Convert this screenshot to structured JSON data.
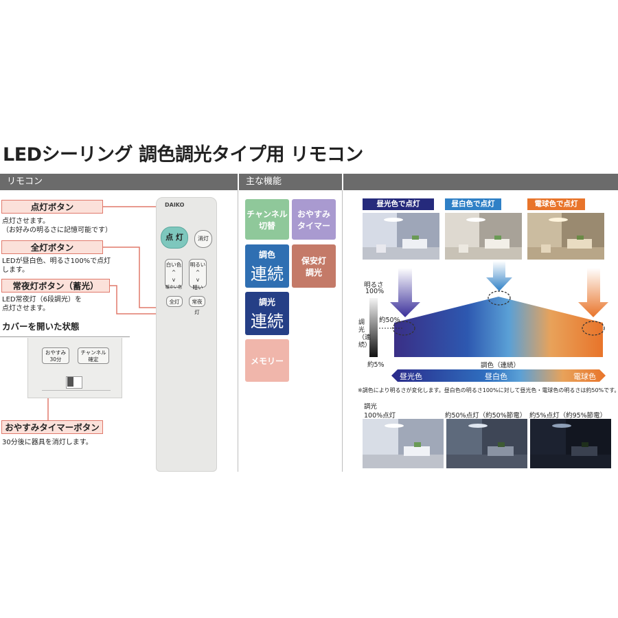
{
  "title": "LEDシーリング 調色調光タイプ用 リモコン",
  "headers": {
    "remote": "リモコン",
    "features": "主な機能"
  },
  "buttons": [
    {
      "label": "点灯ボタン",
      "desc1": "点灯させます。",
      "desc2": "（お好みの明るさに記憶可能です）"
    },
    {
      "label": "全灯ボタン",
      "desc1": "LEDが昼白色、明るさ100%で点灯",
      "desc2": "します。"
    },
    {
      "label": "常夜灯ボタン（蓄光）",
      "desc1": "LED常夜灯（6段調光）を",
      "desc2": "点灯させます。"
    }
  ],
  "cover_label": "カバーを開いた状態",
  "cover_buttons": {
    "timer_line1": "おやすみ",
    "timer_line2": "30分",
    "channel_line1": "チャンネル",
    "channel_line2": "確定"
  },
  "timer": {
    "label": "おやすみタイマーボタン",
    "desc": "30分後に器具を消灯します。"
  },
  "remote": {
    "brand": "DAIKO",
    "on": "点 灯",
    "off": "消灯",
    "color_top": "白い色",
    "color_bottom": "暖かい色",
    "bright_top": "明るい",
    "bright_bottom": "暗い",
    "full": "全灯",
    "night": "常夜灯",
    "up_arrow": "^",
    "down_arrow": "v"
  },
  "features": [
    {
      "line1": "チャンネル",
      "line2": "切替",
      "color": "#8fc89a"
    },
    {
      "line1": "おやすみ",
      "line2": "タイマー",
      "color": "#a99ad0"
    },
    {
      "line1": "調色",
      "line2": "連続",
      "color": "#2f6fb2"
    },
    {
      "line1": "保安灯",
      "line2": "調光",
      "color": "#c47a68"
    },
    {
      "line1": "調光",
      "line2": "連続",
      "color": "#253f86"
    },
    {
      "line1": "メモリー",
      "line2": "",
      "color": "#f0b6ab"
    }
  ],
  "tags": [
    {
      "label": "昼光色で点灯",
      "color": "#252a7c"
    },
    {
      "label": "昼白色で点灯",
      "color": "#2f80c6"
    },
    {
      "label": "電球色で点灯",
      "color": "#e8742a"
    }
  ],
  "graph": {
    "brightness_label": "明るさ",
    "top_pct": "100%",
    "mid_pct": "約50%",
    "bottom_pct": "約5%",
    "side_label": "調光（連続）",
    "x_label": "調色（連続）",
    "scale_left": "昼光色",
    "scale_mid": "昼白色",
    "scale_right": "電球色"
  },
  "note": "※調色により明るさが変化します。昼白色の明るさ100%に対して昼光色・電球色の明るさは約50%です。",
  "dimming": {
    "label": "調光",
    "p100": "100%点灯",
    "p50": "約50%点灯（約50%節電）",
    "p5": "約5%点灯（約95%節電）"
  }
}
